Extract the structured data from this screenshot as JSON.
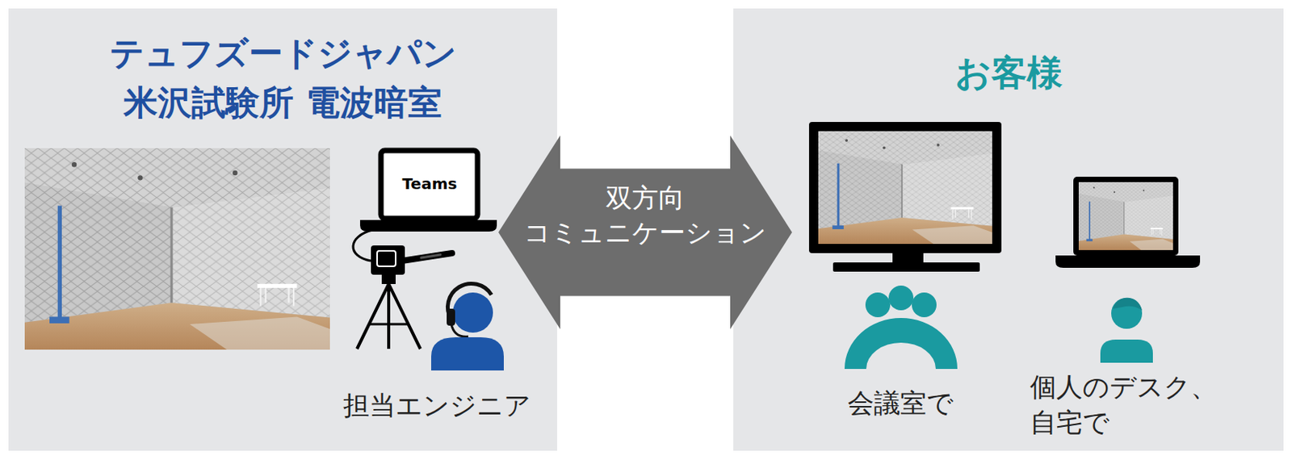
{
  "diagram": {
    "nodes": [
      {
        "text": [
          "テュフズードジャパン 米沢試験所 電波暗室"
        ]
      },
      {
        "text": [
          "お客様"
        ]
      }
    ],
    "edges": [
      {
        "from": 0,
        "to": 1,
        "arrow": "both",
        "label": "双方向 コミュニケーション"
      }
    ],
    "labels": [
      "Teams",
      "担当エンジニア",
      "会議室で",
      "個人のデスク、 自宅で"
    ]
  }
}
